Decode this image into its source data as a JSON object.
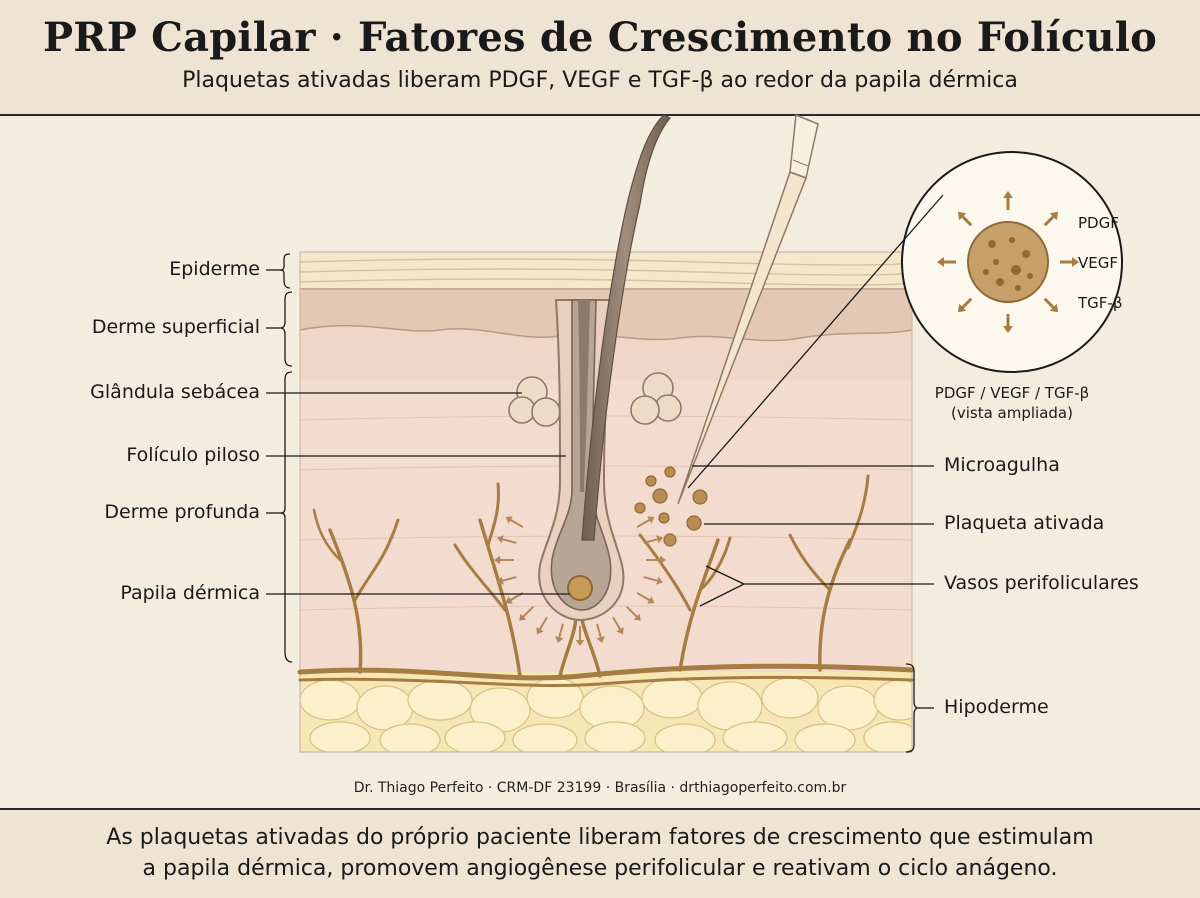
{
  "header": {
    "title": "PRP Capilar · Fatores de Crescimento no Folículo",
    "subtitle": "Plaquetas ativadas liberam PDGF, VEGF e TGF-β ao redor da papila dérmica"
  },
  "labels_left": {
    "epiderme": "Epiderme",
    "derme_superficial": "Derme superficial",
    "glandula_sebacea": "Glândula sebácea",
    "foliculo_piloso": "Folículo piloso",
    "derme_profunda": "Derme profunda",
    "papila_dermica": "Papila dérmica"
  },
  "labels_right": {
    "microagulha": "Microagulha",
    "plaqueta_ativada": "Plaqueta ativada",
    "vasos_perifoliculares": "Vasos perifoliculares",
    "hipoderme": "Hipoderme"
  },
  "inset": {
    "factors": [
      "PDGF",
      "VEGF",
      "TGF-β"
    ],
    "caption_line1": "PDGF / VEGF / TGF-β",
    "caption_line2": "(vista ampliada)"
  },
  "credit": "Dr. Thiago Perfeito · CRM-DF 23199 · Brasília · drthiagoperfeito.com.br",
  "footer": {
    "line1": "As plaquetas ativadas do próprio paciente liberam fatores de crescimento que estimulam",
    "line2": "a papila dérmica, promovem angiogênese perifolicular e reativam o ciclo anágeno."
  },
  "colors": {
    "epidermis": "#f3e4c8",
    "dermis_superficial": "#e5cdb9",
    "dermis_deep": "#f3dccf",
    "fat": "#f6e7b4",
    "vessel": "#a57d42",
    "hair": "#8d7a6a",
    "platelet": "#b78d52"
  }
}
